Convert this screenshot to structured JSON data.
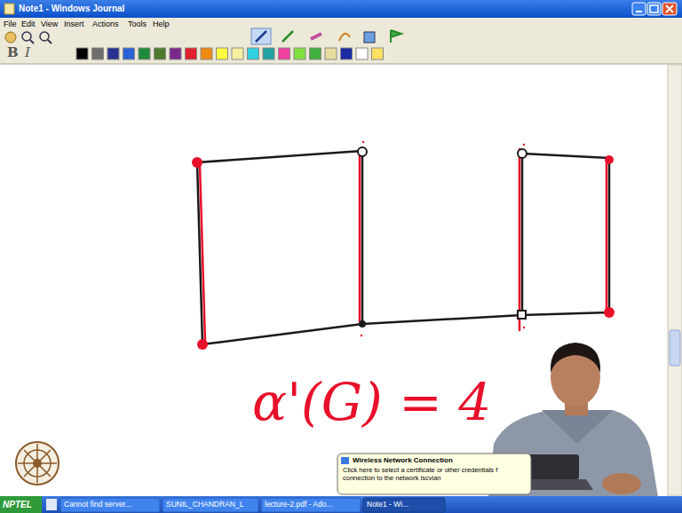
{
  "diagram": {
    "labels": [
      "Note1 - Windows Journal",
      "File",
      "Edit",
      "View",
      "Insert",
      "Actions",
      "Tools",
      "Help",
      "B",
      "I",
      "α'(G) = 4",
      "Wireless Network Connection",
      "Click here to select a certificate or other credentials f connection to the network iscvian",
      "NPTEL",
      "Cannot find server...",
      "SUNIL_CHANDRAN_L",
      "lecture-2.pdf - Ado...",
      "Note1 - Wi..."
    ]
  }
}
